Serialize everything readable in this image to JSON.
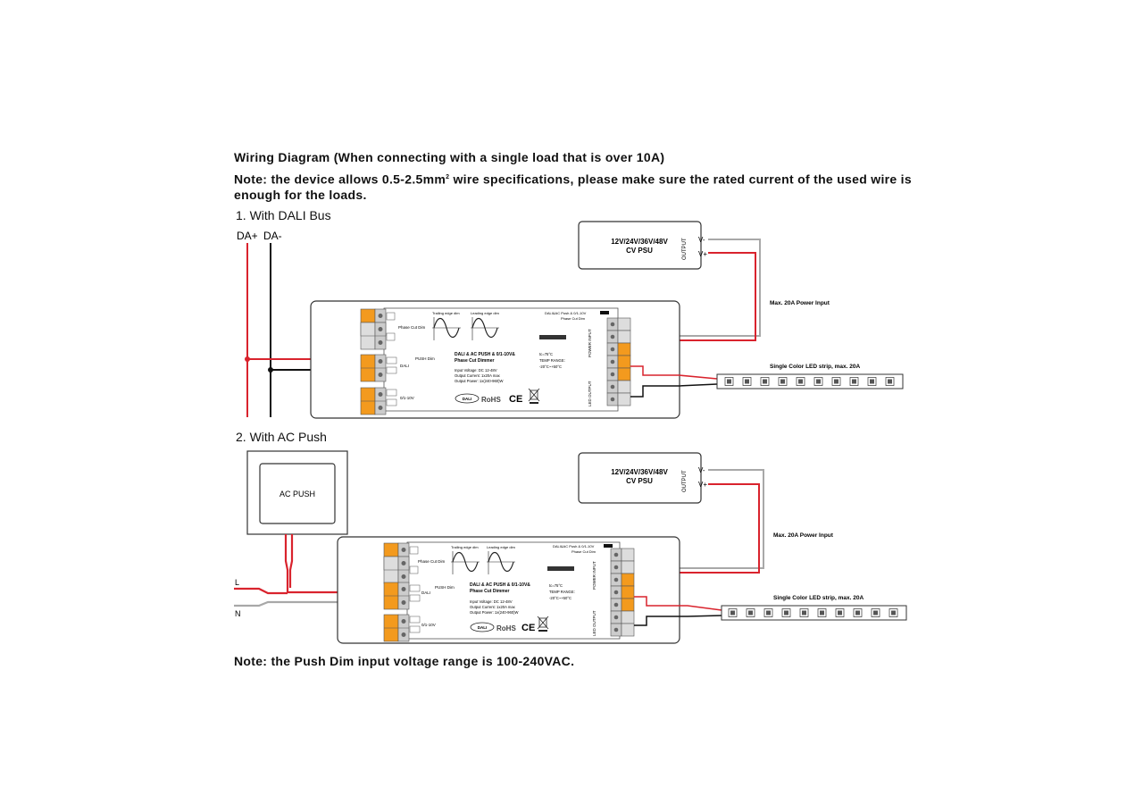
{
  "title": "Wiring Diagram (When connecting with a single load that is over 10A)",
  "note_top_pre": "Note: the device allows 0.5-2.5mm",
  "note_top_sup": "2",
  "note_top_post": " wire specifications, please make sure the rated current of the used wire is enough for the loads.",
  "section1": {
    "heading": "1. With DALI Bus",
    "bus_labels": [
      "DA+",
      "DA-"
    ],
    "psu": {
      "line1": "12V/24V/36V/48V",
      "line2": "CV PSU",
      "output": "OUTPUT",
      "vminus": "V-",
      "vplus": "V+"
    },
    "power_label": "Max. 20A Power Input",
    "strip_label": "Single Color LED strip, max. 20A"
  },
  "section2": {
    "heading": "2. With AC Push",
    "push_label": "AC PUSH",
    "line_labels": [
      "L",
      "N"
    ],
    "psu": {
      "line1": "12V/24V/36V/48V",
      "line2": "CV PSU",
      "output": "OUTPUT",
      "vminus": "V-",
      "vplus": "V+"
    },
    "power_label": "Max. 20A Power Input",
    "strip_label": "Single Color LED strip, max. 20A"
  },
  "device": {
    "product_line1": "DALI & AC PUSH & 0/1-10V&",
    "product_line2": "Phase Cut Dimmer",
    "spec1": "Input Voltage: DC 12-48V",
    "spec2": "Output Current: 1x20A max",
    "spec3": "Output Power: 1x(240-960)W",
    "tc": "tc=75°C",
    "temp_label": "TEMP RANGE:",
    "temp_value": "-20°C~+50°C",
    "trailing": "Trailing edge dim",
    "leading": "Leading edge dim",
    "phase_cut": "Phase Cut Dim",
    "push_dim": "PUSH Dim",
    "dali": "DALI",
    "zero_ten": "0/1-10V",
    "top_right1": "DALI&AC Push & 0/1-10V",
    "top_right2": "Phase Cut Dim",
    "dali_logo": "DALI",
    "rohs": "RoHS",
    "ce": "CE",
    "led_output": "LED OUTPUT",
    "power_input": "POWER INPUT"
  },
  "note_bottom": "Note: the Push Dim input voltage range is 100-240VAC.",
  "colors": {
    "red": "#d9232d",
    "black": "#111111",
    "gray": "#a8a8a8",
    "orange": "#f39a1e"
  }
}
